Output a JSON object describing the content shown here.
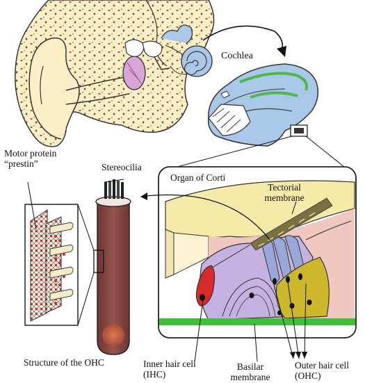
{
  "labels": {
    "cochlea": "Cochlea",
    "motor_protein_line1": "Motor protein",
    "motor_protein_line2": "“prestin”",
    "stereocilia": "Stereocilia",
    "organ_of_corti": "Organ of Corti",
    "tectorial_line1": "Tectorial",
    "tectorial_line2": "membrane",
    "structure_ohc": "Structure of the OHC",
    "ihc_line1": "Inner hair cell",
    "ihc_line2": "(IHC)",
    "basilar_line1": "Basilar",
    "basilar_line2": "membrane",
    "ohc_line1": "Outer hair cell",
    "ohc_line2": "(OHC)"
  },
  "colors": {
    "ear_tissue": "#fcefc8",
    "bone_speckle": "#7a5a30",
    "cochlea_blue": "#a9c8e8",
    "eardrum_pink": "#d7a6d6",
    "cochlea_green": "#4fb848",
    "hair_cell_body": "#7b3f3b",
    "ihc_red": "#d82a2a",
    "ohc_yellow": "#cdb82c",
    "ohc_blue": "#9aa8d8",
    "lilac": "#c6b2e0",
    "corti_pink": "#f0c8c0",
    "tectorial_yellow": "#f6eaa8",
    "basilar_green": "#3fbf3a",
    "prestin_red": "#c03030"
  }
}
